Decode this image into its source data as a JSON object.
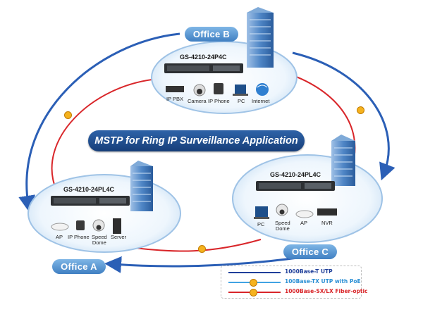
{
  "title": "MSTP for Ring IP Surveillance Application",
  "offices": {
    "b": {
      "name": "Office B",
      "switch": "GS-4210-24P4C",
      "devices": [
        "IP PBX",
        "Camera",
        "IP Phone",
        "PC",
        "Internet"
      ]
    },
    "a": {
      "name": "Office A",
      "switch": "GS-4210-24PL4C",
      "devices": [
        "AP",
        "IP Phone",
        "Speed\nDome",
        "Server"
      ]
    },
    "c": {
      "name": "Office C",
      "switch": "GS-4210-24PL4C",
      "devices": [
        "PC",
        "Speed\nDome",
        "AP",
        "NVR"
      ]
    }
  },
  "legend": [
    {
      "label": "1000Base-T UTP",
      "color": "#1f3f9a",
      "poe": false
    },
    {
      "label": "100Base-TX UTP with PoE",
      "color": "#41a3e3",
      "poe": true
    },
    {
      "label": "1000Base-SX/LX Fiber-optic",
      "color": "#d9262a",
      "poe": false
    }
  ],
  "colors": {
    "ring_arrow": "#2b5fb6",
    "fiber": "#d9262a",
    "office_ellipse": "#cfe4f6"
  }
}
